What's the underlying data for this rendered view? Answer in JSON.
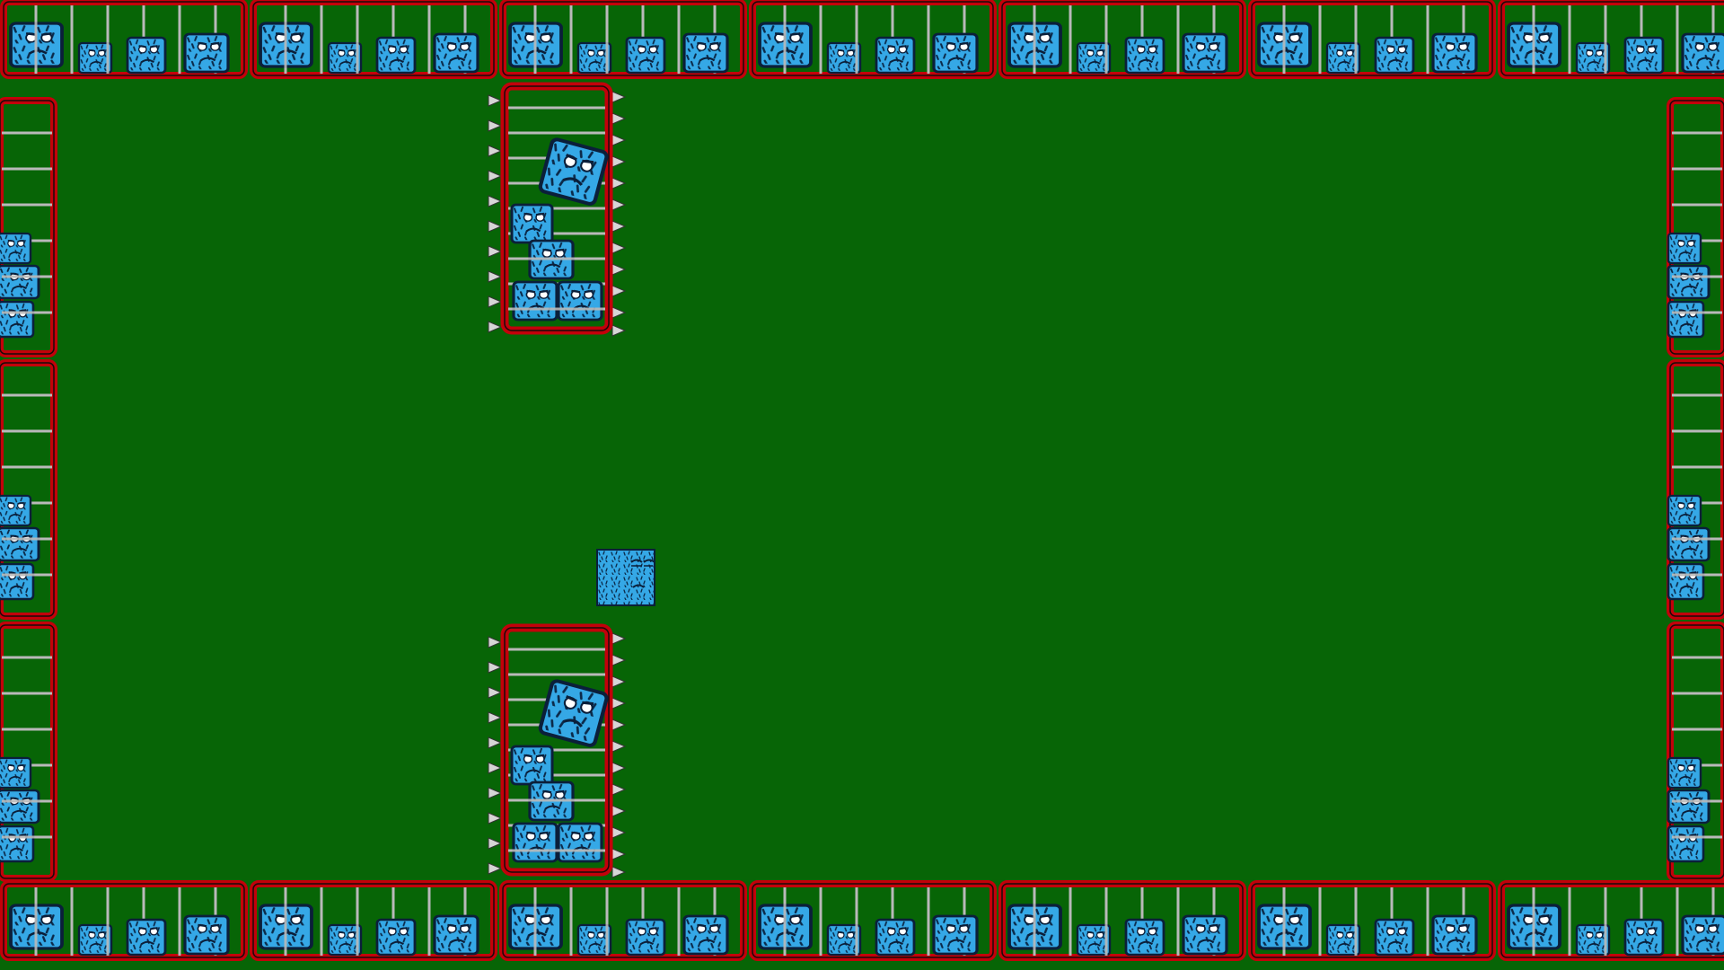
{
  "game": {
    "scene": "cage-obstacle-level",
    "colors": {
      "background": "#076506",
      "cage_frame": "#c3000a",
      "cage_frame_outline": "#1a0a0a",
      "cage_bars": "#b9b9b9",
      "cube_fill": "#35a8e6",
      "cube_outline": "#0b1f3a",
      "spike": "#d6d6d6"
    },
    "border_cage_icon": "caged-blue-cube-icon",
    "obstacle_icon": "spiked-cage-column-icon",
    "player_icon": "sad-blue-cube-icon",
    "player": {
      "mood": "sleepy",
      "state": "falling"
    },
    "obstacles": [
      {
        "id": "upper-spiked-cage",
        "trapped_cubes": 5
      },
      {
        "id": "lower-spiked-cage",
        "trapped_cubes": 5
      }
    ],
    "border": {
      "top_cages": 7,
      "bottom_cages": 7,
      "left_cages": 3,
      "right_cages": 3
    }
  }
}
